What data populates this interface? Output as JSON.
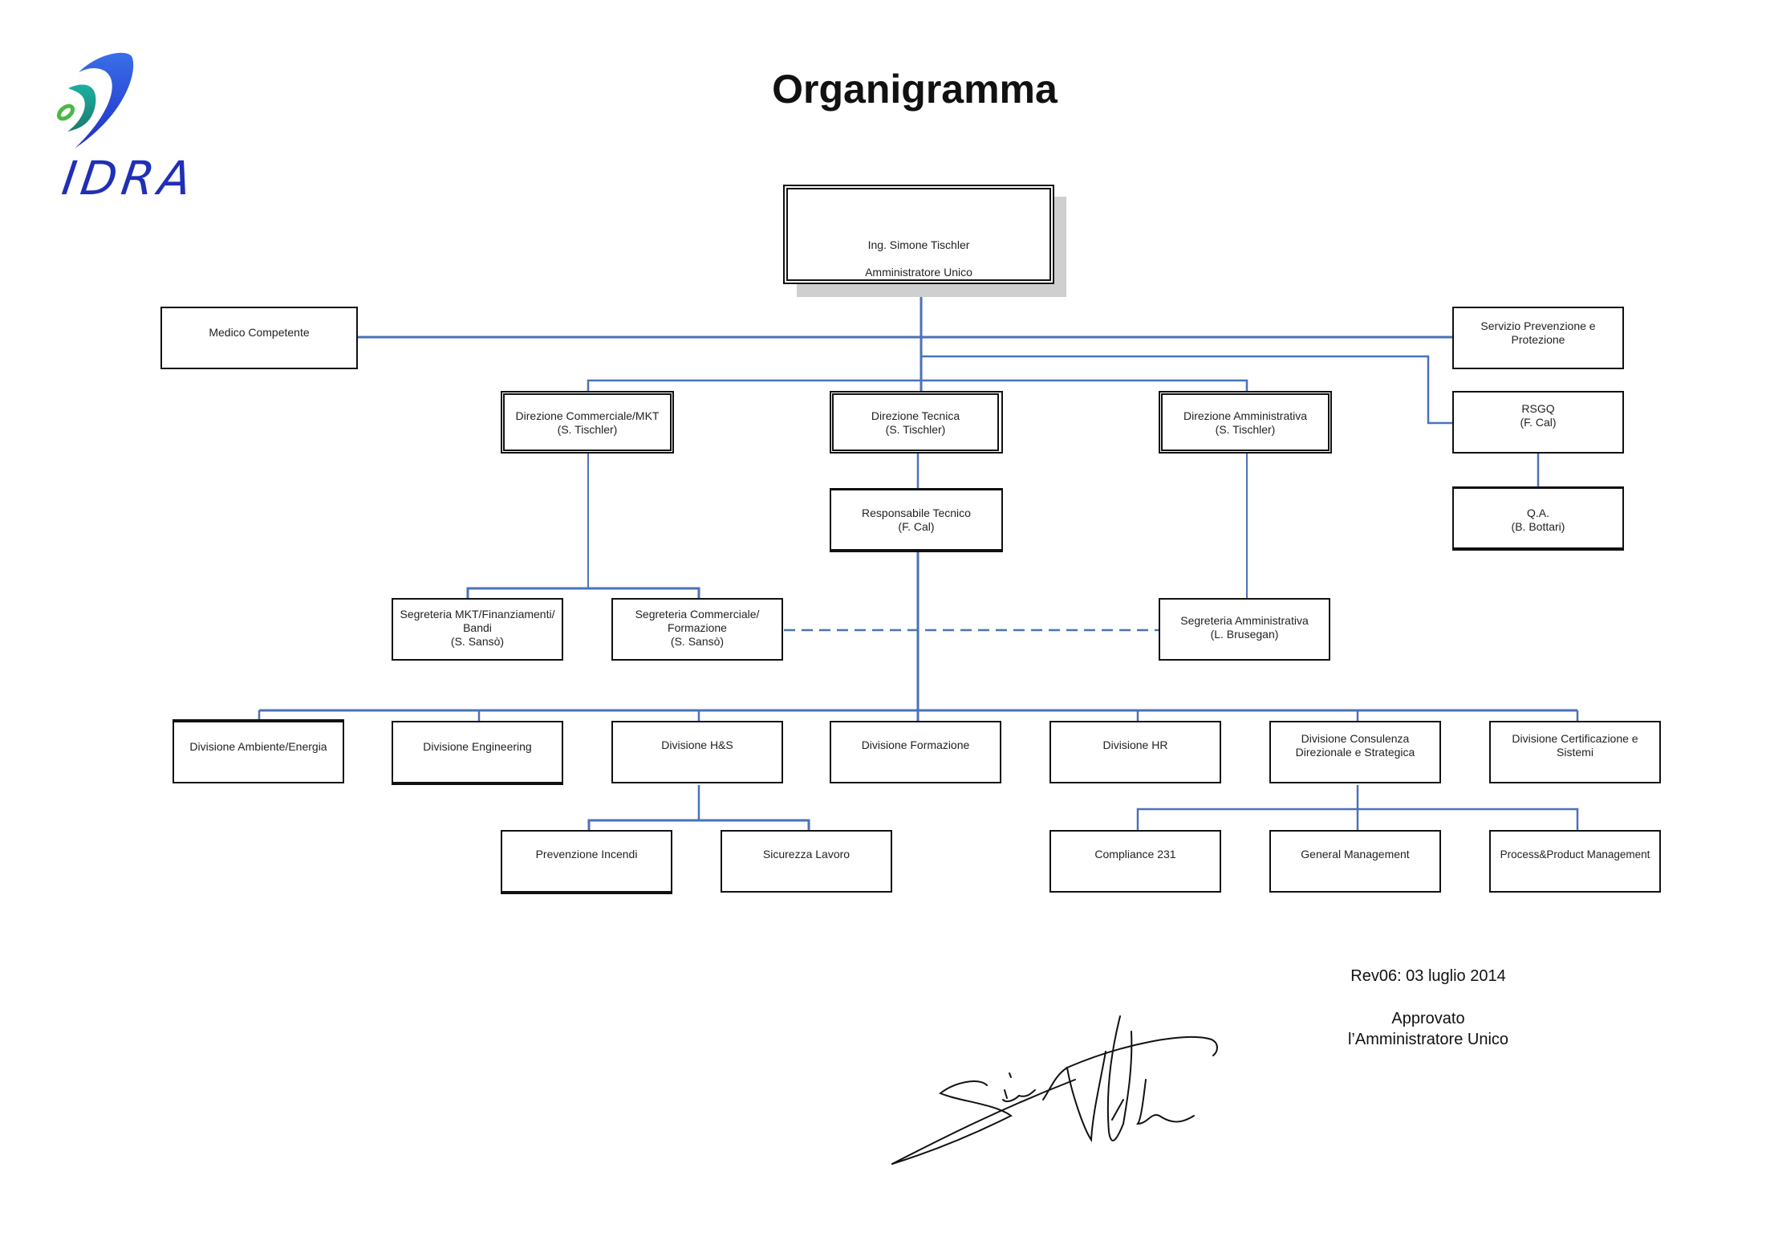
{
  "page": {
    "title": "Organigramma",
    "logo": {
      "name": "IDRA",
      "colors": {
        "blue": "#1f4fd6",
        "teal": "#1aa08a",
        "green": "#4cb848",
        "text": "#1f2fb8"
      }
    },
    "connector_color": "#4a72b8"
  },
  "nodes": {
    "ceo": {
      "line1": "Ing. Simone Tischler",
      "line2": "Amministratore Unico"
    },
    "medico": {
      "label": "Medico Competente"
    },
    "spp": {
      "label": "Servizio Prevenzione e\nProtezione"
    },
    "rsgq": {
      "label": "RSGQ\n(F. Cal)"
    },
    "qa": {
      "label": "Q.A.\n(B. Bottari)"
    },
    "dir_comm": {
      "label": "Direzione Commerciale/MKT\n(S. Tischler)"
    },
    "dir_tec": {
      "label": "Direzione Tecnica\n(S. Tischler)"
    },
    "dir_amm": {
      "label": "Direzione Amministrativa\n(S. Tischler)"
    },
    "resp_tec": {
      "label": "Responsabile Tecnico\n(F. Cal)"
    },
    "seg_mkt": {
      "label": "Segreteria MKT/Finanziamenti/\nBandi\n(S. Sansò)"
    },
    "seg_comm": {
      "label": "Segreteria Commerciale/\nFormazione\n(S. Sansò)"
    },
    "seg_amm": {
      "label": "Segreteria Amministrativa\n(L. Brusegan)"
    },
    "div_amb": {
      "label": "Divisione Ambiente/Energia"
    },
    "div_eng": {
      "label": "Divisione Engineering"
    },
    "div_hs": {
      "label": "Divisione H&S"
    },
    "div_form": {
      "label": "Divisione Formazione"
    },
    "div_hr": {
      "label": "Divisione HR"
    },
    "div_cons": {
      "label": "Divisione Consulenza\nDirezionale e Strategica"
    },
    "div_cert": {
      "label": "Divisione Certificazione e\nSistemi"
    },
    "prev_inc": {
      "label": "Prevenzione Incendi"
    },
    "sic_lav": {
      "label": "Sicurezza Lavoro"
    },
    "compliance": {
      "label": "Compliance 231"
    },
    "gen_mgmt": {
      "label": "General Management"
    },
    "proc_mgmt": {
      "label": "Process&Product Management"
    }
  },
  "edges": [
    {
      "from": "ceo",
      "to": "medico",
      "style": "solid"
    },
    {
      "from": "ceo",
      "to": "spp",
      "style": "solid"
    },
    {
      "from": "ceo",
      "to": "rsgq",
      "style": "solid"
    },
    {
      "from": "rsgq",
      "to": "qa",
      "style": "solid"
    },
    {
      "from": "ceo",
      "to": "dir_comm",
      "style": "solid"
    },
    {
      "from": "ceo",
      "to": "dir_tec",
      "style": "solid"
    },
    {
      "from": "ceo",
      "to": "dir_amm",
      "style": "solid"
    },
    {
      "from": "dir_tec",
      "to": "resp_tec",
      "style": "solid"
    },
    {
      "from": "dir_comm",
      "to": "seg_mkt",
      "style": "solid"
    },
    {
      "from": "dir_comm",
      "to": "seg_comm",
      "style": "solid"
    },
    {
      "from": "dir_amm",
      "to": "seg_amm",
      "style": "solid"
    },
    {
      "from": "seg_comm",
      "to": "seg_amm",
      "style": "dashed"
    },
    {
      "from": "resp_tec",
      "to": "div_amb",
      "style": "solid"
    },
    {
      "from": "resp_tec",
      "to": "div_eng",
      "style": "solid"
    },
    {
      "from": "resp_tec",
      "to": "div_hs",
      "style": "solid"
    },
    {
      "from": "resp_tec",
      "to": "div_form",
      "style": "solid"
    },
    {
      "from": "resp_tec",
      "to": "div_hr",
      "style": "solid"
    },
    {
      "from": "resp_tec",
      "to": "div_cons",
      "style": "solid"
    },
    {
      "from": "resp_tec",
      "to": "div_cert",
      "style": "solid"
    },
    {
      "from": "div_hs",
      "to": "prev_inc",
      "style": "solid"
    },
    {
      "from": "div_hs",
      "to": "sic_lav",
      "style": "solid"
    },
    {
      "from": "div_cons",
      "to": "compliance",
      "style": "solid"
    },
    {
      "from": "div_cons",
      "to": "gen_mgmt",
      "style": "solid"
    },
    {
      "from": "div_cons",
      "to": "proc_mgmt",
      "style": "solid"
    }
  ],
  "footer": {
    "revision": "Rev06: 03 luglio 2014",
    "approved": "Approvato\nl’Amministratore Unico"
  }
}
